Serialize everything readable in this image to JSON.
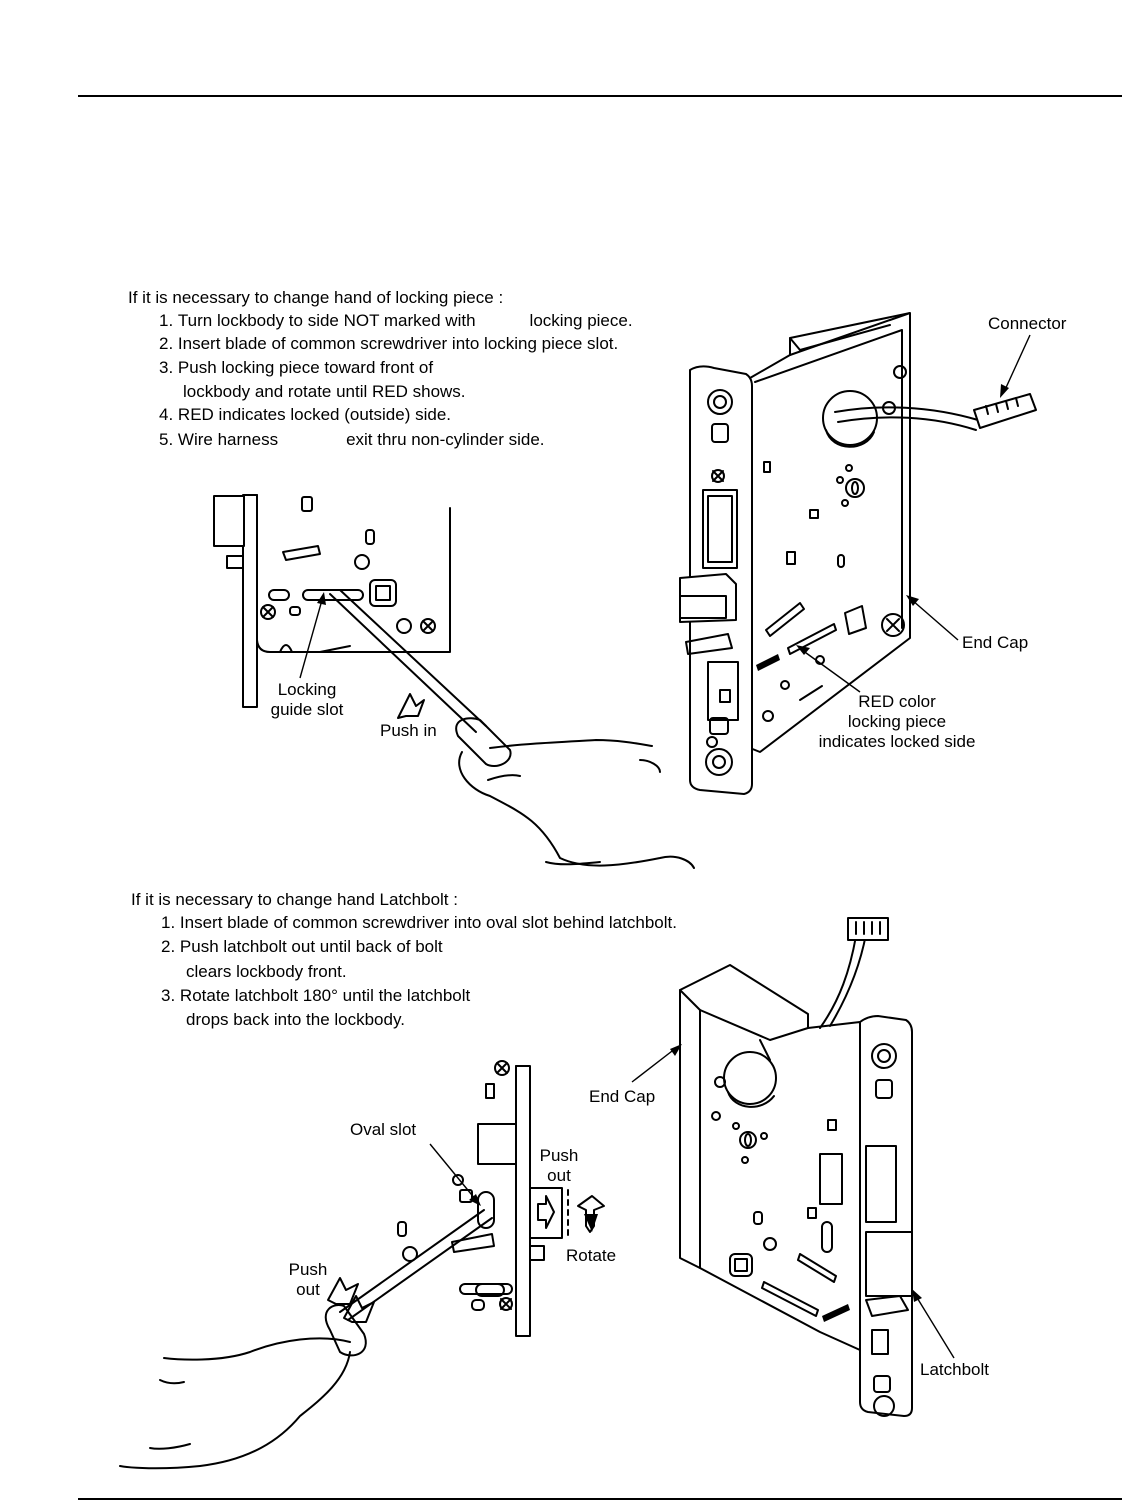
{
  "section1": {
    "heading": "If it is necessary to change hand of locking piece :",
    "steps": [
      {
        "num": "1.",
        "text_a": "Turn lockbody to side NOT marked with",
        "text_b": "locking piece."
      },
      {
        "num": "2.",
        "text": "Insert blade of common screwdriver into locking piece slot."
      },
      {
        "num": "3.",
        "text": "Push locking piece toward front of",
        "cont": "lockbody and rotate until RED shows."
      },
      {
        "num": "4.",
        "text": "RED indicates locked (outside) side."
      },
      {
        "num": "5.",
        "text_a": "Wire harness",
        "text_b": "exit thru non-cylinder side."
      }
    ],
    "labels": {
      "connector": "Connector",
      "end_cap": "End Cap",
      "locking_guide_slot": [
        "Locking",
        "guide slot"
      ],
      "push_in": "Push in",
      "red_color": [
        "RED color",
        "locking piece",
        "indicates locked side"
      ]
    }
  },
  "section2": {
    "heading": "If it is necessary to change hand Latchbolt :",
    "steps": [
      {
        "num": "1.",
        "text": "Insert blade of common screwdriver into oval slot behind latchbolt."
      },
      {
        "num": "2.",
        "text": "Push latchbolt out until back of bolt",
        "cont": "clears lockbody front."
      },
      {
        "num": "3.",
        "text": "Rotate latchbolt 180° until the latchbolt",
        "cont": "drops back into the lockbody."
      }
    ],
    "labels": {
      "end_cap": "End Cap",
      "oval_slot": "Oval slot",
      "push_out_right": [
        "Push",
        "out"
      ],
      "rotate": "Rotate",
      "push_out_left": [
        "Push",
        "out"
      ],
      "latchbolt": "Latchbolt"
    }
  }
}
